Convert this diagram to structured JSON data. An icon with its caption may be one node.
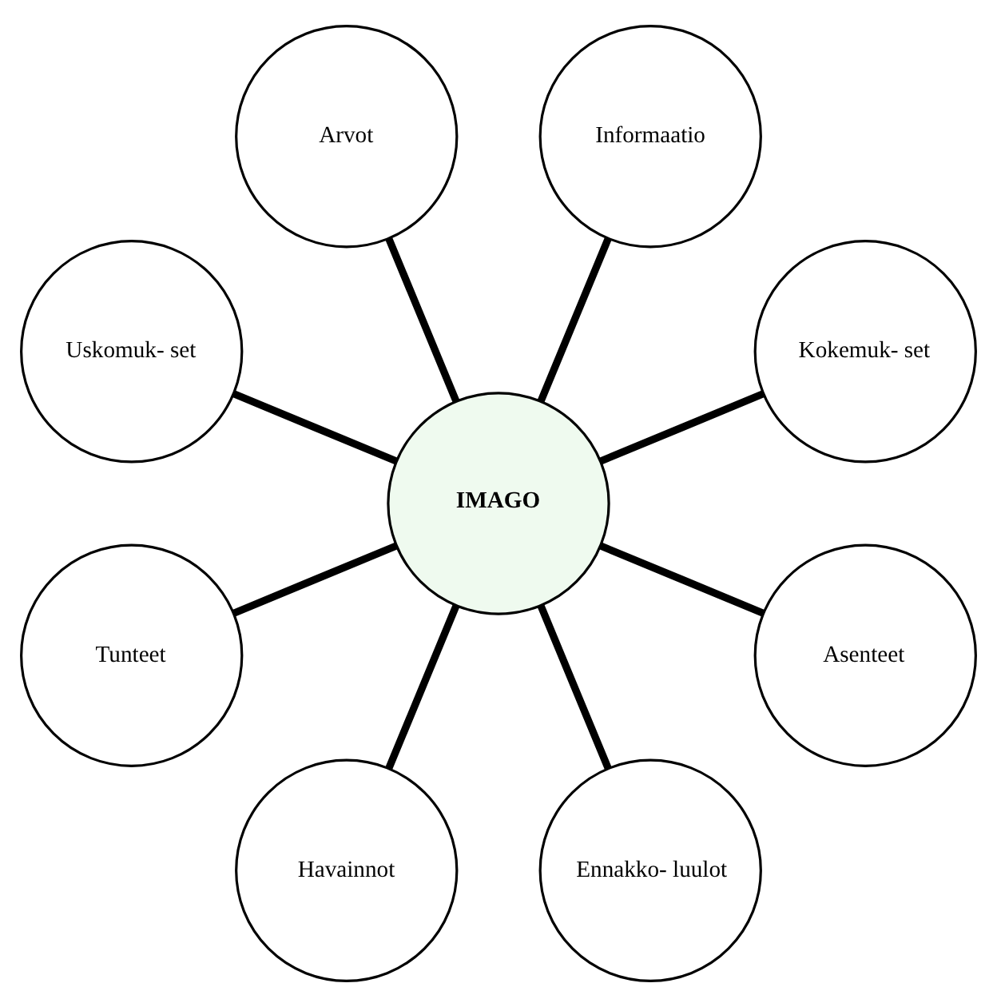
{
  "diagram": {
    "nodes": [
      {
        "text": [
          "Kokemuk- set"
        ]
      },
      {
        "text": [
          "Informaatio"
        ]
      },
      {
        "text": [
          "Arvot"
        ]
      },
      {
        "text": [
          "Uskomuk- set"
        ]
      },
      {
        "text": [
          "IMAGO"
        ]
      },
      {
        "text": [
          "Tunteet"
        ]
      },
      {
        "text": [
          "Havainnot"
        ]
      },
      {
        "text": [
          "Ennakko- luulot"
        ]
      },
      {
        "text": [
          "Asenteet"
        ]
      }
    ],
    "edges": [
      {
        "from": 4,
        "to": 0,
        "arrow": "none"
      },
      {
        "from": 4,
        "to": 2,
        "arrow": "none"
      },
      {
        "from": 4,
        "to": 5,
        "arrow": "none"
      },
      {
        "from": 4,
        "to": 7,
        "arrow": "none"
      },
      {
        "from": 4,
        "to": 8,
        "arrow": "none"
      },
      {
        "from": 4,
        "to": 6,
        "arrow": "none"
      },
      {
        "from": 4,
        "to": 3,
        "arrow": "none"
      },
      {
        "from": 4,
        "to": 1,
        "arrow": "none"
      }
    ]
  }
}
